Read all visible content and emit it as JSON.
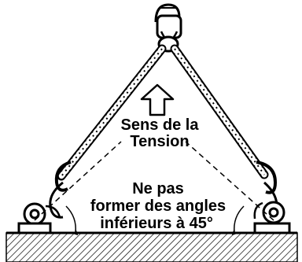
{
  "labels": {
    "tension_line1": "Sens de la",
    "tension_line2": "Tension",
    "warning_line1": "Ne pas",
    "warning_line2": "former des angles",
    "warning_line3": "inférieurs à 45°"
  }
}
